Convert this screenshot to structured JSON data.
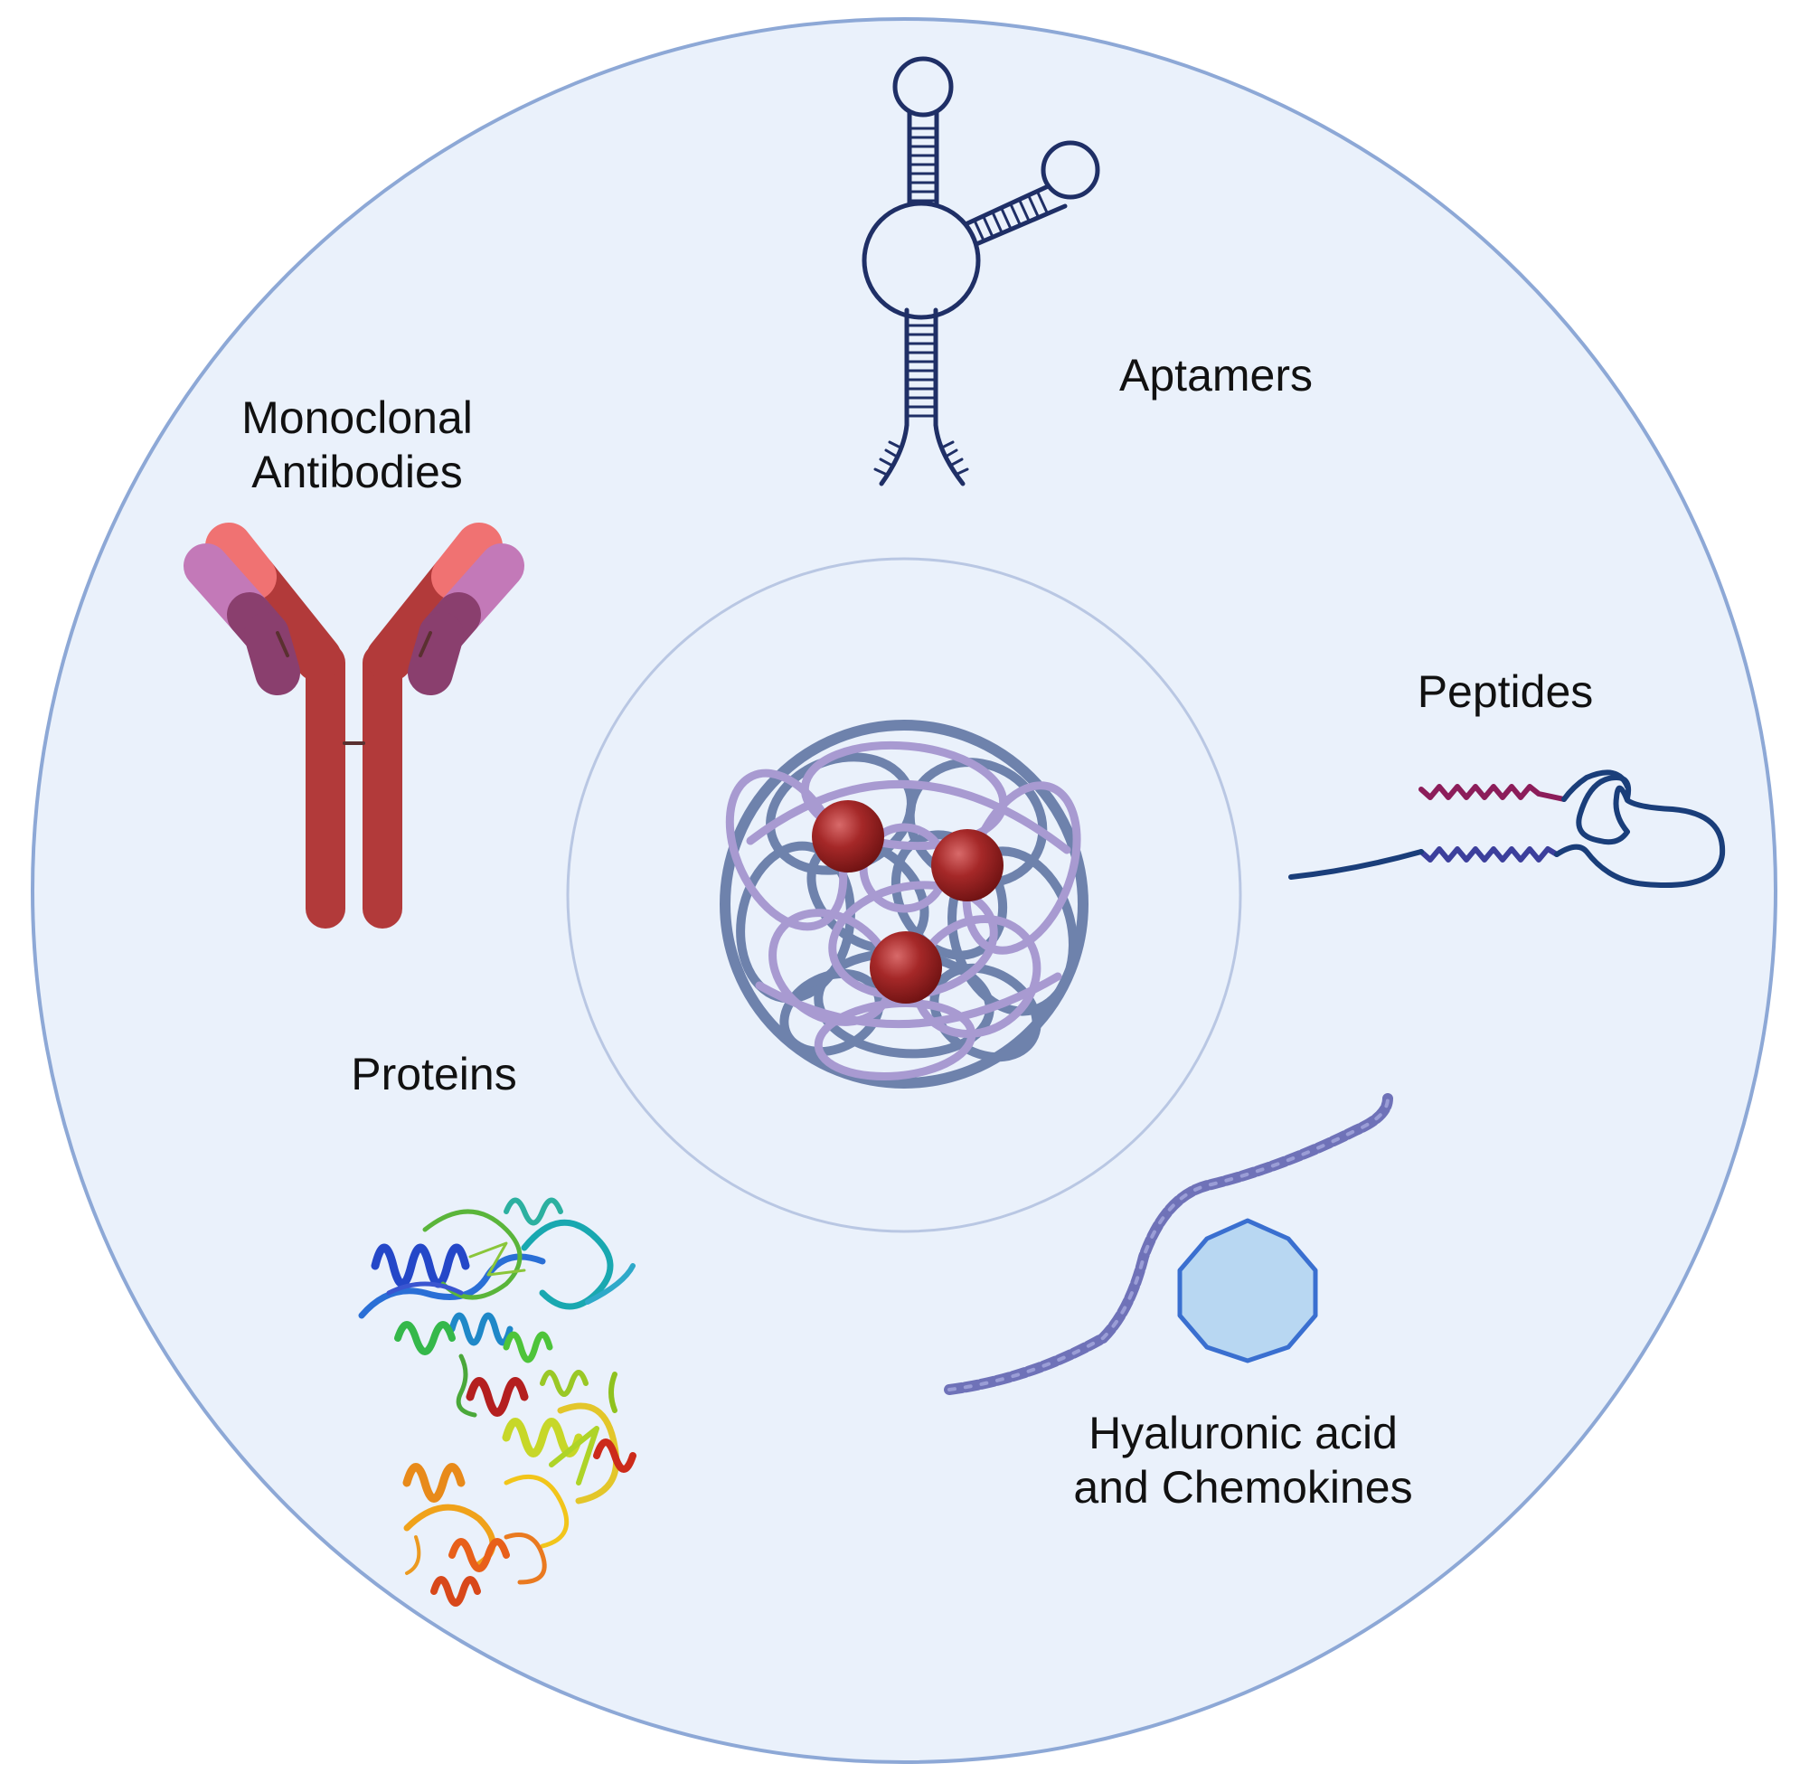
{
  "colors": {
    "outer_fill": "#eaf1fb",
    "outer_stroke": "#8da8d6",
    "inner_stroke": "#b9c7e3",
    "aptamer": "#1f2f66",
    "antibody_heavy": "#b23a3a",
    "antibody_light_tip": "#f07272",
    "antibody_purple": "#c379b8",
    "antibody_purple_dark": "#8a3f6e",
    "peptide_magenta": "#8c1d5a",
    "peptide_navy": "#1a3e7a",
    "peptide_blue": "#3c3f9c",
    "hyaluronic_chain": "#6f72b8",
    "chemokine_fill": "#b8d7f2",
    "chemokine_stroke": "#3a6fd0",
    "nanoparticle_coil_dark": "#6e82ac",
    "nanoparticle_coil_light": "#a89ad1",
    "drug_sphere": "#a02a2a"
  },
  "icons": [
    "aptamer-icon",
    "monoclonal-antibody-icon",
    "peptide-icon",
    "protein-structure-icon",
    "hyaluronic-acid-chain-icon",
    "chemokine-octagon-icon",
    "polymer-nanoparticle-icon",
    "drug-sphere-icon"
  ],
  "labels": {
    "aptamers": "Aptamers",
    "antibodies_line1": "Monoclonal",
    "antibodies_line2": "Antibodies",
    "peptides": "Peptides",
    "proteins": "Proteins",
    "hyaluronic_line1": "Hyaluronic acid",
    "hyaluronic_line2": "and Chemokines"
  }
}
